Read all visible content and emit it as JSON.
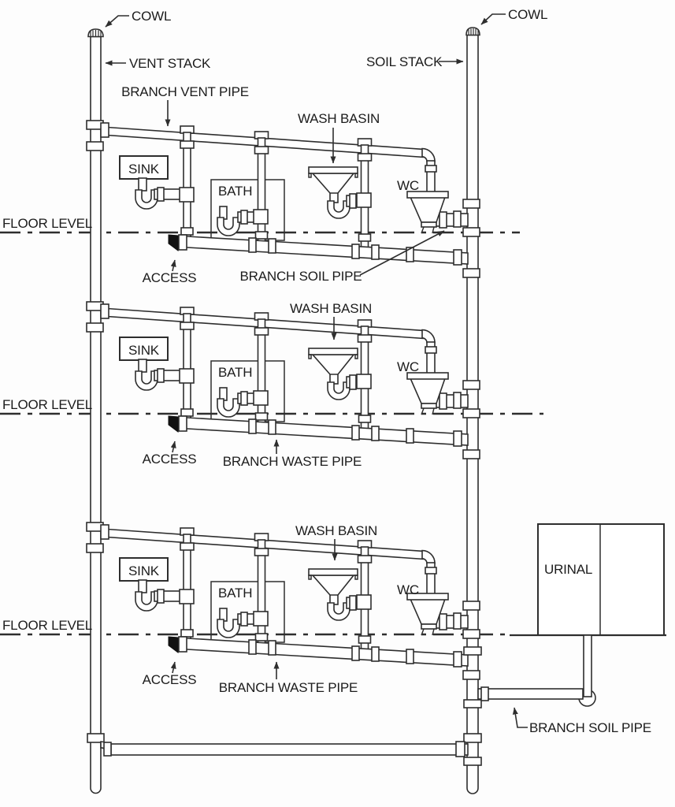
{
  "colors": {
    "line": "#2e2e2e",
    "text": "#1c1c1c",
    "background": "#fdfdfd"
  },
  "stacks": {
    "vent": {
      "cowl": "COWL",
      "label": "VENT STACK"
    },
    "soil": {
      "cowl": "COWL",
      "label": "SOIL STACK"
    }
  },
  "branch_vent_pipe_label": "BRANCH VENT PIPE",
  "floors": [
    {
      "id": "top-floor",
      "floor_level": "FLOOR LEVEL",
      "sink": "SINK",
      "bath": "BATH",
      "wash_basin": "WASH BASIN",
      "wc": "WC",
      "access": "ACCESS",
      "branch_pipe_label": "BRANCH SOIL PIPE"
    },
    {
      "id": "middle-floor",
      "floor_level": "FLOOR LEVEL",
      "sink": "SINK",
      "bath": "BATH",
      "wash_basin": "WASH BASIN",
      "wc": "WC",
      "access": "ACCESS",
      "branch_pipe_label": "BRANCH WASTE PIPE"
    },
    {
      "id": "ground-floor",
      "floor_level": "FLOOR LEVEL",
      "sink": "SINK",
      "bath": "BATH",
      "wash_basin": "WASH BASIN",
      "wc": "WC",
      "access": "ACCESS",
      "branch_pipe_label": "BRANCH WASTE PIPE",
      "urinal": "URINAL",
      "urinal_branch_label": "BRANCH SOIL PIPE"
    }
  ]
}
